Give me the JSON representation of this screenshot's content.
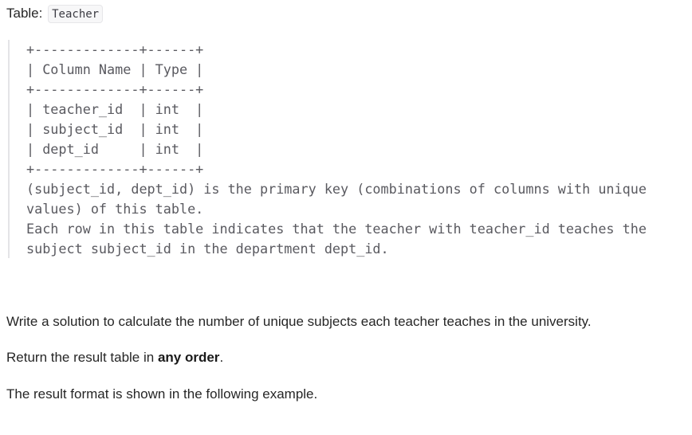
{
  "table_heading": {
    "label": "Table:",
    "table_name": "Teacher"
  },
  "schema_block": {
    "lines": [
      "+-------------+------+",
      "| Column Name | Type |",
      "+-------------+------+",
      "| teacher_id  | int  |",
      "| subject_id  | int  |",
      "| dept_id     | int  |",
      "+-------------+------+",
      "(subject_id, dept_id) is the primary key (combinations of columns with unique",
      "values) of this table.",
      "Each row in this table indicates that the teacher with teacher_id teaches the",
      "subject subject_id in the department dept_id."
    ]
  },
  "paragraphs": {
    "task": "Write a solution to calculate the number of unique subjects each teacher teaches in the university.",
    "order_prefix": "Return the result table in ",
    "order_bold": "any order",
    "order_suffix": ".",
    "format": "The result format is shown in the following example."
  }
}
